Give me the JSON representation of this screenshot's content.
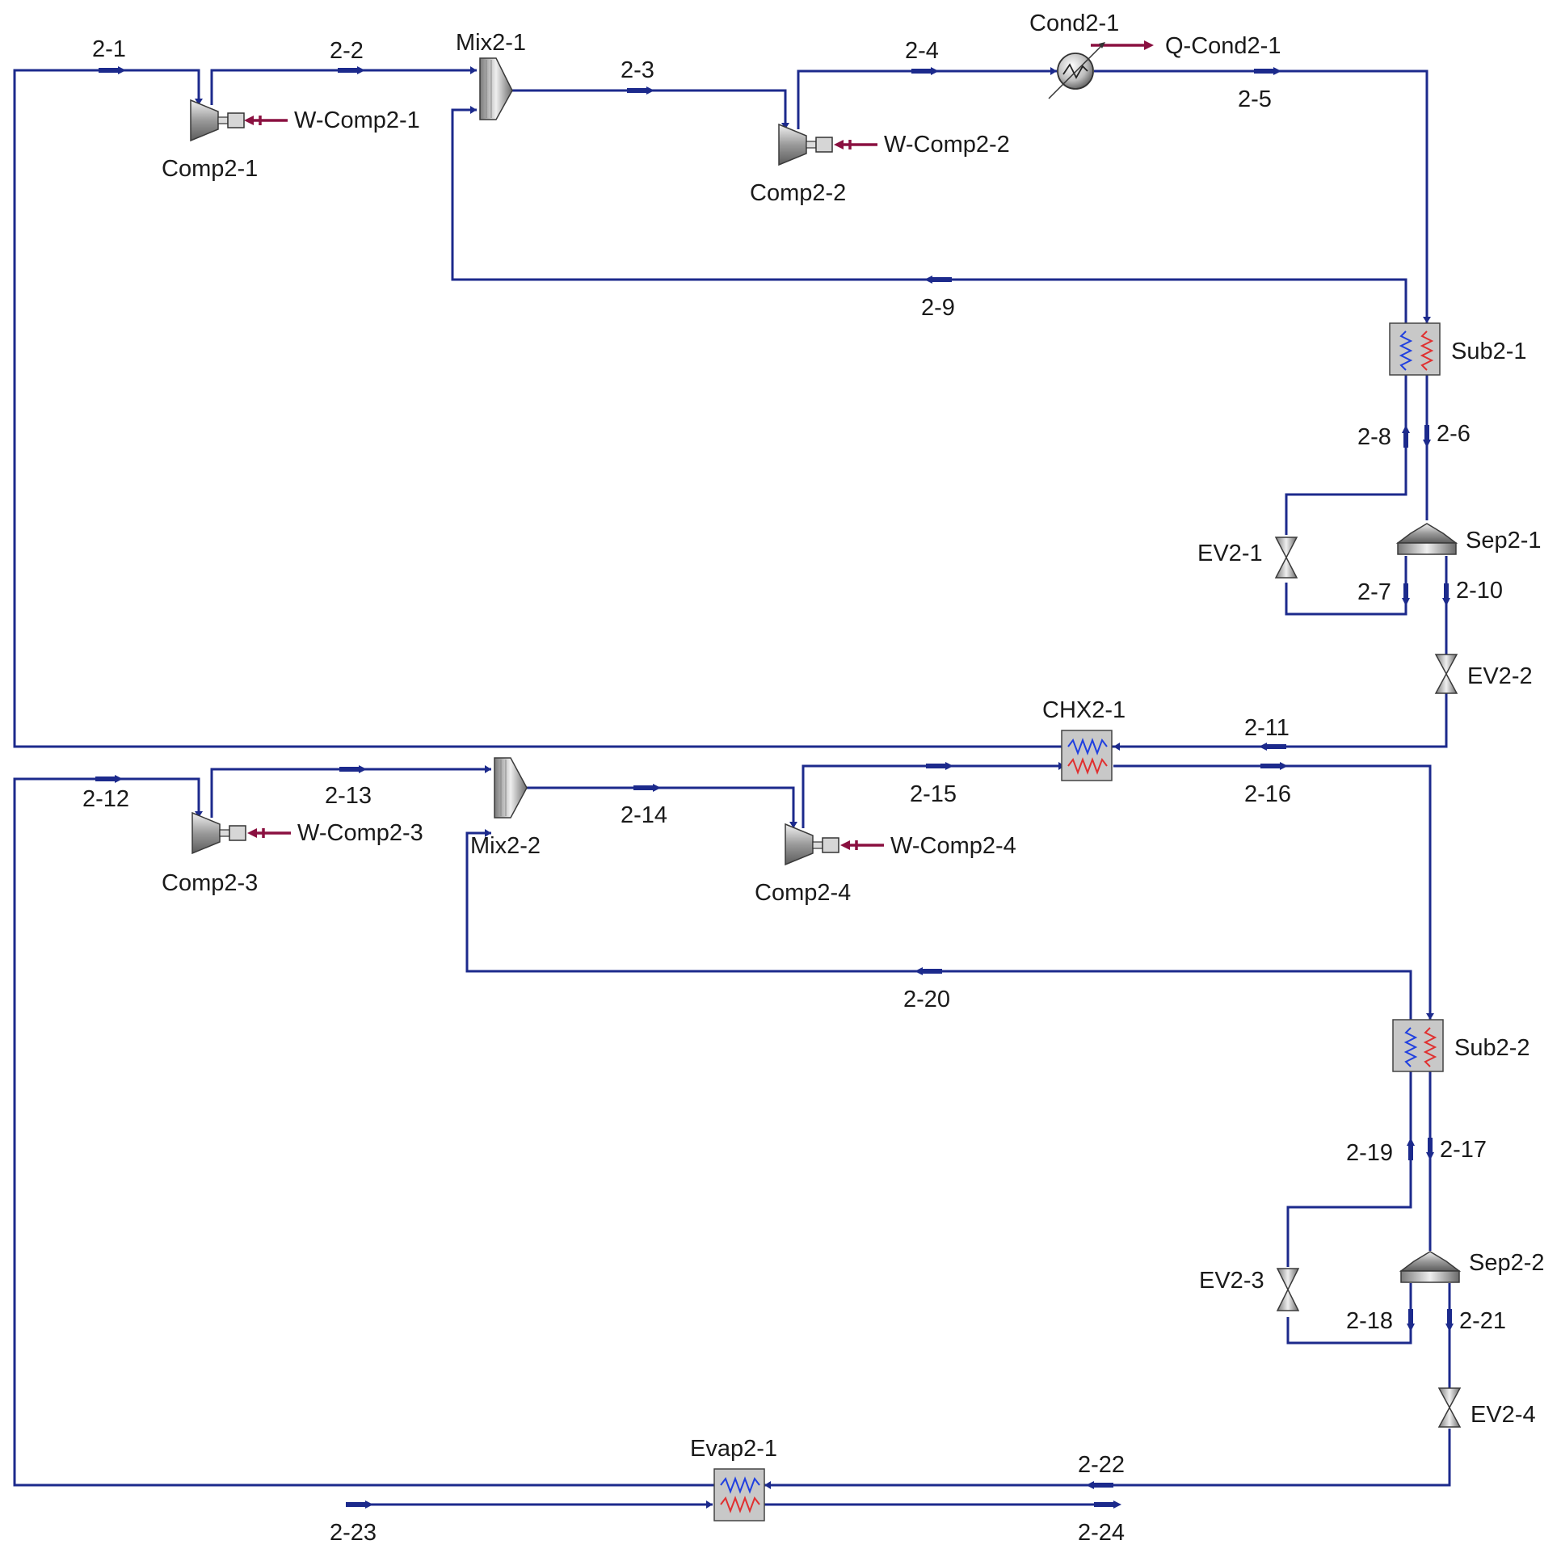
{
  "streams": {
    "s2_1": "2-1",
    "s2_2": "2-2",
    "s2_3": "2-3",
    "s2_4": "2-4",
    "s2_5": "2-5",
    "s2_6": "2-6",
    "s2_7": "2-7",
    "s2_8": "2-8",
    "s2_9": "2-9",
    "s2_10": "2-10",
    "s2_11": "2-11",
    "s2_12": "2-12",
    "s2_13": "2-13",
    "s2_14": "2-14",
    "s2_15": "2-15",
    "s2_16": "2-16",
    "s2_17": "2-17",
    "s2_18": "2-18",
    "s2_19": "2-19",
    "s2_20": "2-20",
    "s2_21": "2-21",
    "s2_22": "2-22",
    "s2_23": "2-23",
    "s2_24": "2-24"
  },
  "blocks": {
    "comp2_1": "Comp2-1",
    "comp2_2": "Comp2-2",
    "comp2_3": "Comp2-3",
    "comp2_4": "Comp2-4",
    "mix2_1": "Mix2-1",
    "mix2_2": "Mix2-2",
    "cond2_1": "Cond2-1",
    "sub2_1": "Sub2-1",
    "sub2_2": "Sub2-2",
    "sep2_1": "Sep2-1",
    "sep2_2": "Sep2-2",
    "ev2_1": "EV2-1",
    "ev2_2": "EV2-2",
    "ev2_3": "EV2-3",
    "ev2_4": "EV2-4",
    "chx2_1": "CHX2-1",
    "evap2_1": "Evap2-1"
  },
  "energy_streams": {
    "w_comp2_1": "W-Comp2-1",
    "w_comp2_2": "W-Comp2-2",
    "w_comp2_3": "W-Comp2-3",
    "w_comp2_4": "W-Comp2-4",
    "q_cond2_1": "Q-Cond2-1"
  },
  "colors": {
    "material_stream": "#1c2a8c",
    "energy_stream": "#8a1040",
    "hx_cold_coil": "#2040e0",
    "hx_hot_coil": "#e03030",
    "equipment_fill": "#c8c8c8"
  }
}
